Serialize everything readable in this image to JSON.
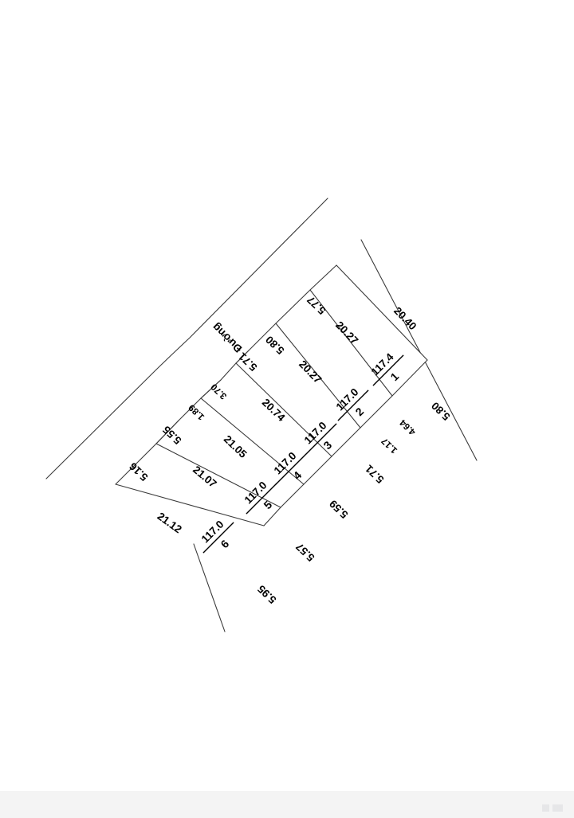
{
  "document": {
    "type": "cadastral-subdivision-map",
    "background_color": "#ffffff",
    "line_color": "#3a3a3a",
    "text_color": "#000000"
  },
  "road": {
    "label": "Đường"
  },
  "plots": [
    {
      "number": "1",
      "area_numerator": "117.4",
      "area_denominator": "",
      "area_label": "117.4",
      "front_edge": "20.40",
      "back_edge": "20.27"
    },
    {
      "number": "2",
      "area_label": "117.0",
      "front_edge": "20.27",
      "back_edge": "20.27"
    },
    {
      "number": "3",
      "area_label": "117.0",
      "front_edge": "20.27",
      "back_edge": "20.74"
    },
    {
      "number": "4",
      "area_label": "117.0",
      "front_edge": "20.74",
      "back_edge": "21.05"
    },
    {
      "number": "5",
      "area_label": "117.0",
      "front_edge": "21.05",
      "back_edge": "21.07"
    },
    {
      "number": "6",
      "area_label": "117.0",
      "front_edge": "21.07",
      "back_edge": "21.12"
    }
  ],
  "edge_labels": {
    "top_right_side": [
      "5.77",
      "5.80"
    ],
    "road_frontage": [
      "5.71",
      "3.70",
      "1.89",
      "5.55",
      "5.16"
    ],
    "right_side": [
      "4.64",
      "1.17",
      "5.71",
      "5.80"
    ],
    "bottom_side": [
      "5.59",
      "5.57",
      "5.95"
    ]
  },
  "dimensions": {
    "d_5_77": "5.77",
    "d_5_80_top": "5.80",
    "d_5_71_road": "5.71",
    "d_3_70": "3.70",
    "d_1_89": "1.89",
    "d_5_55": "5.55",
    "d_5_16": "5.16",
    "d_20_40": "20.40",
    "d_20_27_a": "20.27",
    "d_20_27_b": "20.27",
    "d_20_74": "20.74",
    "d_21_05": "21.05",
    "d_21_07": "21.07",
    "d_21_12": "21.12",
    "d_4_64": "4.64",
    "d_1_17": "1.17",
    "d_5_71_right": "5.71",
    "d_5_80_right": "5.80",
    "d_5_59": "5.59",
    "d_5_57": "5.57",
    "d_5_95": "5.95"
  },
  "areas": {
    "a1": "117.4",
    "a2": "117.0",
    "a3": "117.0",
    "a4": "117.0",
    "a5": "117.0",
    "a6": "117.0"
  },
  "numbers": {
    "n1": "1",
    "n2": "2",
    "n3": "3",
    "n4": "4",
    "n5": "5",
    "n6": "6"
  }
}
